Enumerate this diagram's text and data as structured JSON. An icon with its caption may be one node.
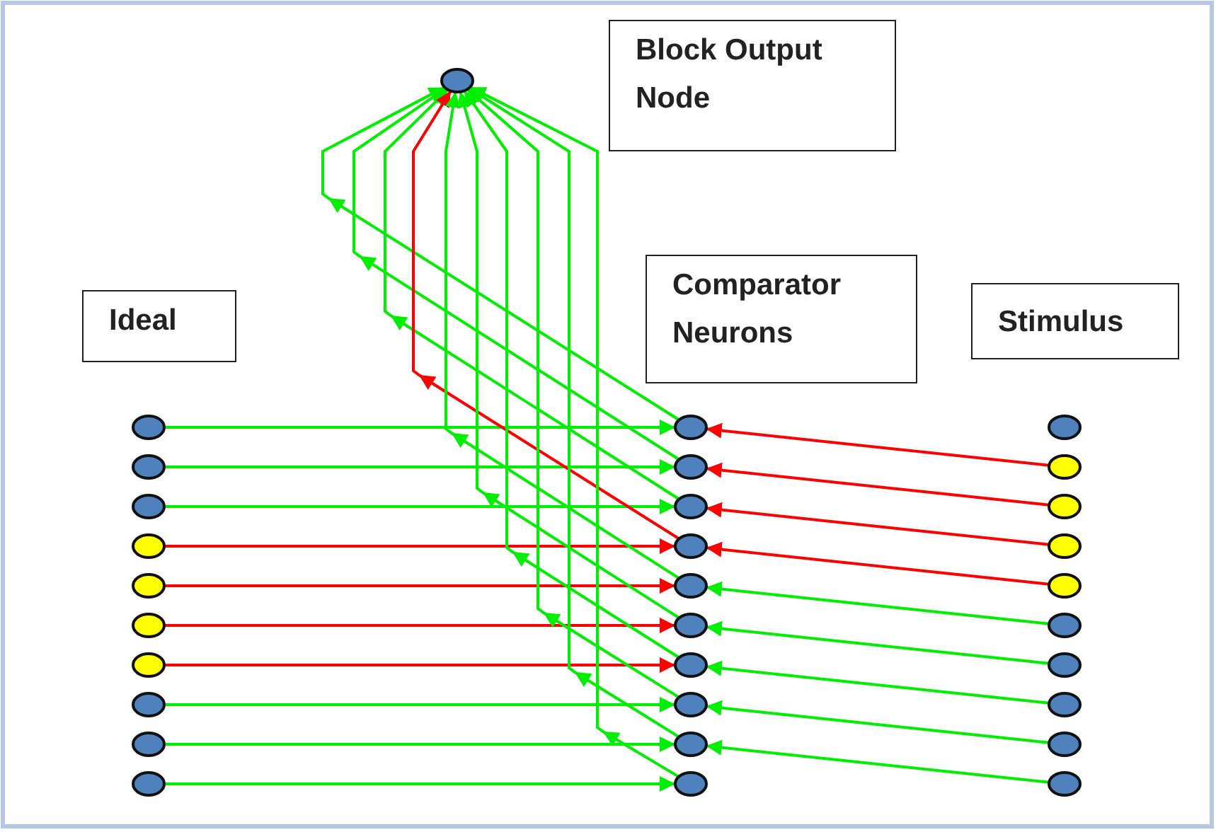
{
  "diagram": {
    "nodes": [
      {
        "text": [
          "Block Output Node"
        ]
      },
      {
        "text": [
          "Ideal"
        ]
      },
      {
        "text": [
          "Comparator Neurons"
        ]
      },
      {
        "text": [
          "Stimulus"
        ]
      },
      {
        "text": [],
        "shape": "circle"
      },
      {
        "text": [],
        "shape": "circle"
      },
      {
        "text": [],
        "shape": "circle"
      },
      {
        "text": [],
        "shape": "circle"
      },
      {
        "text": [],
        "shape": "circle"
      },
      {
        "text": [],
        "shape": "circle"
      },
      {
        "text": [],
        "shape": "circle"
      },
      {
        "text": [],
        "shape": "circle"
      },
      {
        "text": [],
        "shape": "circle"
      },
      {
        "text": [],
        "shape": "circle"
      },
      {
        "text": [],
        "shape": "circle"
      },
      {
        "text": [],
        "shape": "circle"
      },
      {
        "text": [],
        "shape": "circle"
      },
      {
        "text": [],
        "shape": "circle"
      },
      {
        "text": [],
        "shape": "circle"
      },
      {
        "text": [],
        "shape": "circle"
      },
      {
        "text": [],
        "shape": "circle"
      },
      {
        "text": [],
        "shape": "circle"
      },
      {
        "text": [],
        "shape": "circle"
      },
      {
        "text": [],
        "shape": "circle"
      },
      {
        "text": [],
        "shape": "circle"
      },
      {
        "text": [],
        "shape": "circle"
      },
      {
        "text": [],
        "shape": "circle"
      },
      {
        "text": [],
        "shape": "circle"
      },
      {
        "text": [],
        "shape": "circle"
      },
      {
        "text": [],
        "shape": "circle"
      },
      {
        "text": [],
        "shape": "circle"
      },
      {
        "text": [],
        "shape": "circle"
      },
      {
        "text": [],
        "shape": "circle"
      },
      {
        "text": [],
        "shape": "circle"
      },
      {
        "text": [],
        "shape": "circle"
      }
    ],
    "edges": [
      {
        "from": 5,
        "to": 15,
        "arrow": "to"
      },
      {
        "from": 6,
        "to": 16,
        "arrow": "to"
      },
      {
        "from": 7,
        "to": 17,
        "arrow": "to"
      },
      {
        "from": 8,
        "to": 18,
        "arrow": "to",
        "color": "#ff0000"
      },
      {
        "from": 9,
        "to": 19,
        "arrow": "to",
        "color": "#ff0000"
      },
      {
        "from": 10,
        "to": 20,
        "arrow": "to",
        "color": "#ff0000"
      },
      {
        "from": 11,
        "to": 21,
        "arrow": "to",
        "color": "#ff0000"
      },
      {
        "from": 12,
        "to": 22,
        "arrow": "to"
      },
      {
        "from": 13,
        "to": 23,
        "arrow": "to"
      },
      {
        "from": 14,
        "to": 24,
        "arrow": "to"
      },
      {
        "from": 26,
        "to": 15,
        "arrow": "to",
        "color": "#ff0000"
      },
      {
        "from": 27,
        "to": 16,
        "arrow": "to",
        "color": "#ff0000"
      },
      {
        "from": 28,
        "to": 17,
        "arrow": "to",
        "color": "#ff0000"
      },
      {
        "from": 29,
        "to": 18,
        "arrow": "to",
        "color": "#ff0000"
      },
      {
        "from": 30,
        "to": 19,
        "arrow": "to"
      },
      {
        "from": 31,
        "to": 20,
        "arrow": "to"
      },
      {
        "from": 32,
        "to": 21,
        "arrow": "to"
      },
      {
        "from": 33,
        "to": 22,
        "arrow": "to"
      },
      {
        "from": 34,
        "to": 23,
        "arrow": "to"
      },
      {
        "from": 15,
        "to": 4,
        "arrow": "to"
      },
      {
        "from": 16,
        "to": 4,
        "arrow": "to"
      },
      {
        "from": 17,
        "to": 4,
        "arrow": "to"
      },
      {
        "from": 18,
        "to": 4,
        "arrow": "to",
        "color": "#ff0000"
      },
      {
        "from": 19,
        "to": 4,
        "arrow": "to"
      },
      {
        "from": 20,
        "to": 4,
        "arrow": "to"
      },
      {
        "from": 21,
        "to": 4,
        "arrow": "to"
      },
      {
        "from": 22,
        "to": 4,
        "arrow": "to"
      },
      {
        "from": 23,
        "to": 4,
        "arrow": "to"
      },
      {
        "from": 24,
        "to": 4,
        "arrow": "to"
      }
    ]
  }
}
